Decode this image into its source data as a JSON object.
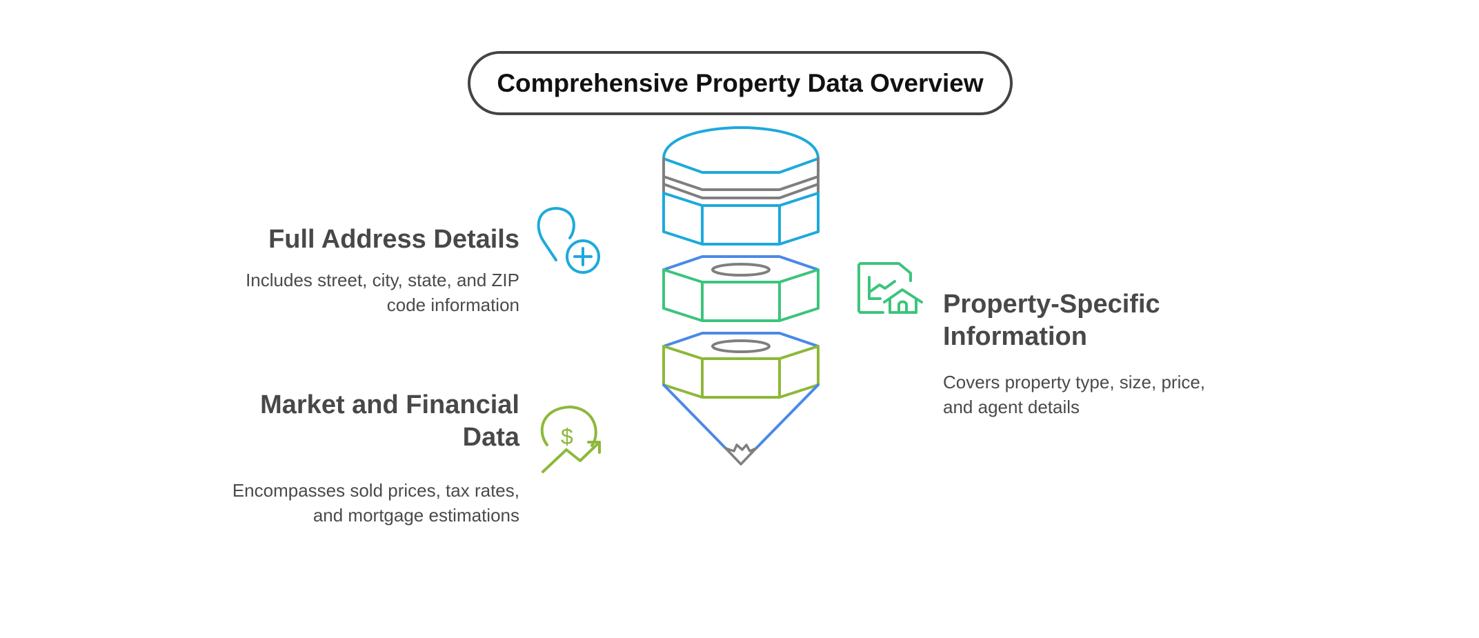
{
  "title": "Comprehensive Property Data Overview",
  "sections": [
    {
      "heading": "Full Address Details",
      "description": "Includes street, city, state, and ZIP code information",
      "icon": "map-pin-plus-icon",
      "color": "#1DA9DC"
    },
    {
      "heading": "Property-Specific Information",
      "description": "Covers property type, size, price, and agent details",
      "icon": "chart-house-icon",
      "color": "#3CC47C"
    },
    {
      "heading": "Market and Financial Data",
      "description": "Encompasses sold prices, tax rates, and mortgage estimations",
      "icon": "dollar-growth-icon",
      "color": "#8DB83A"
    }
  ],
  "colors": {
    "cyan": "#1DA9DC",
    "gray": "#7F7F7F",
    "blue": "#4A89E6",
    "green": "#3CC47C",
    "lime": "#8DB83A",
    "text": "#484848"
  }
}
